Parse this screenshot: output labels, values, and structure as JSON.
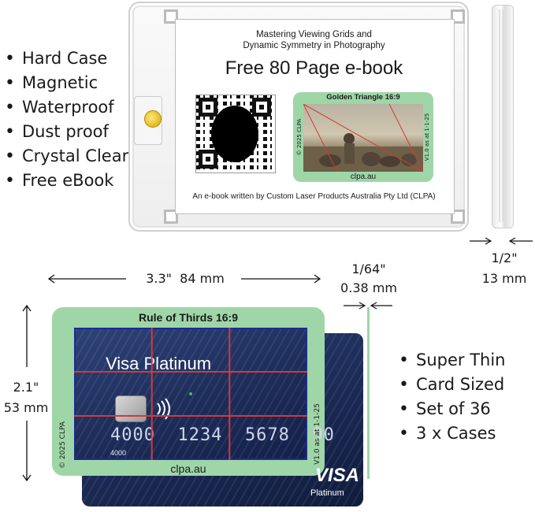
{
  "features_top": [
    "Hard Case",
    "Magnetic",
    "Waterproof",
    "Dust proof",
    "Crystal Clear",
    "Free eBook"
  ],
  "features_bottom": [
    "Super Thin",
    "Card Sized",
    "Set of 36",
    "3 x Cases"
  ],
  "insert": {
    "subtitle_line1": "Mastering Viewing Grids and",
    "subtitle_line2": "Dynamic Symmetry in Photography",
    "headline": "Free 80 Page e-book",
    "thumb_title": "Golden Triangle 16:9",
    "thumb_url": "clpa.au",
    "thumb_copyright": "© 2025 CLPA",
    "thumb_version": "V1.0 as at 1-1-25",
    "footer": "An e-book written by Custom Laser Products Australia Pty Ltd (CLPA)"
  },
  "dimensions": {
    "width_label": "3.3\"  84 mm",
    "height_in": "2.1\"",
    "height_mm": "53 mm",
    "thickness_card_in": "1/64\"",
    "thickness_card_mm": "0.38 mm",
    "thickness_case_in": "1/2\"",
    "thickness_case_mm": "13 mm"
  },
  "grid_card": {
    "title": "Rule of Thirds 16:9",
    "url": "clpa.au",
    "copyright": "© 2025 CLPA",
    "version": "V1.0 as at 1-1-25"
  },
  "visa_card": {
    "brand_line": "Visa Platinum",
    "number": "4000  1234  5678  90",
    "small_number": "4000",
    "logo": "VISA",
    "tier": "Platinum"
  },
  "colors": {
    "frame_green": "#9fd6a8",
    "card_navy": "#1b2a55",
    "grid_red": "#d23a3a",
    "grid_blue": "#1d2b8f"
  }
}
